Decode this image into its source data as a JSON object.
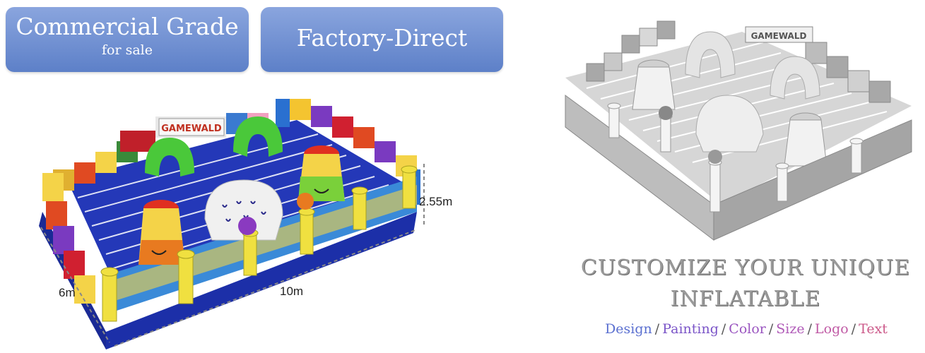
{
  "badges": {
    "commercial": {
      "title": "Commercial Grade",
      "subtitle": "for sale"
    },
    "factory": {
      "title": "Factory-Direct"
    }
  },
  "dimensions": {
    "height": "2.55m",
    "width": "6m",
    "length": "10m"
  },
  "headline": {
    "line1": "CUSTOMIZE YOUR UNIQUE",
    "line2": "INFLATABLE"
  },
  "features": [
    "Design",
    "Painting",
    "Color",
    "Size",
    "Logo",
    "Text"
  ],
  "separator": "/",
  "colors": {
    "badge_gradient_top": "#8aa5de",
    "badge_gradient_bottom": "#5d80c8",
    "headline_gray": "#9a9a9a"
  }
}
